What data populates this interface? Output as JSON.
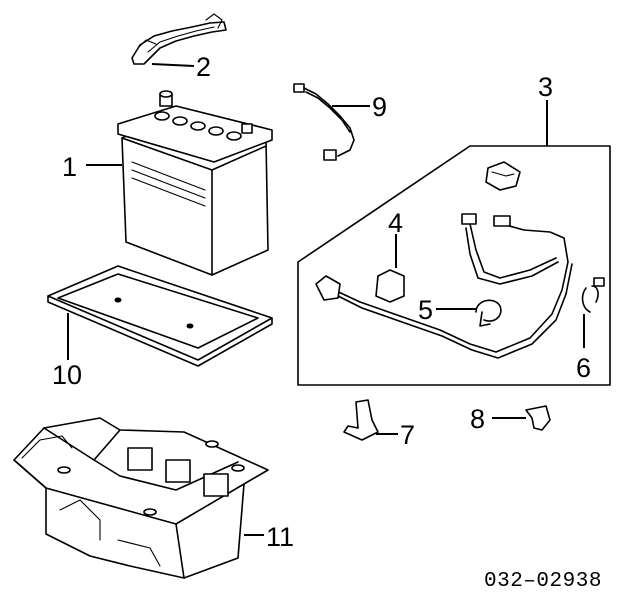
{
  "callouts": {
    "c1": "1",
    "c2": "2",
    "c3": "3",
    "c4": "4",
    "c5": "5",
    "c6": "6",
    "c7": "7",
    "c8": "8",
    "c9": "9",
    "c10": "10",
    "c11": "11"
  },
  "diagram_code": "032–02938"
}
